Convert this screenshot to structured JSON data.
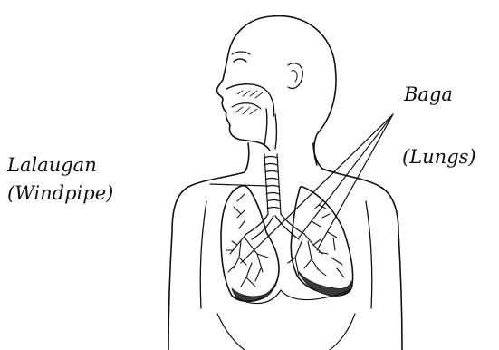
{
  "labels": {
    "windpipe": {
      "line1": "Lalaugan",
      "line2": "(Windpipe)"
    },
    "lungs": {
      "line1": "Baga",
      "line2": "(Lungs)"
    }
  },
  "colors": {
    "ink": "#111111",
    "shade": "#3a3a3a",
    "background": "#ffffff"
  }
}
